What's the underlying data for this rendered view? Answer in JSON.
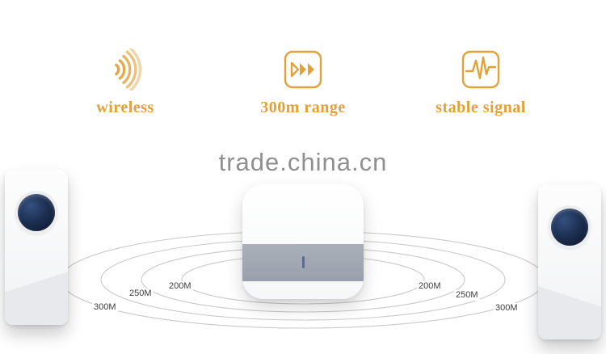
{
  "features": [
    {
      "label": "wireless",
      "icon": "wireless-waves-icon"
    },
    {
      "label": "300m range",
      "icon": "triple-arrow-icon"
    },
    {
      "label": "stable signal",
      "icon": "heartbeat-icon"
    }
  ],
  "watermark": "trade.china.cn",
  "range_labels": {
    "left": [
      "300M",
      "250M",
      "200M"
    ],
    "right": [
      "200M",
      "250M",
      "300M"
    ]
  },
  "colors": {
    "accent": "#E2A139",
    "ring": "#C9C9C9",
    "watermark": "#8F8F8F",
    "button_navy": "#16243E",
    "receiver_band": "#A0A6B0"
  }
}
